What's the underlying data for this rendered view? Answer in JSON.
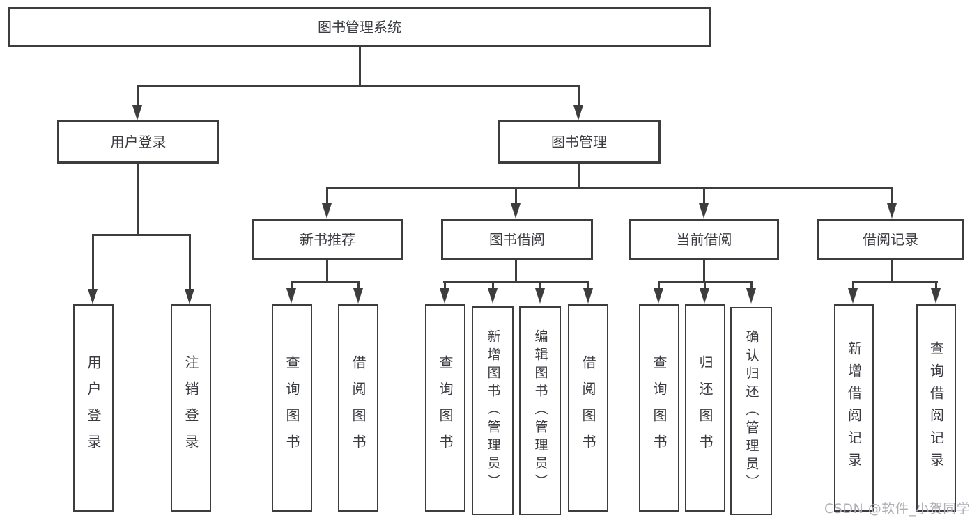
{
  "tree": {
    "label": "图书管理系统",
    "children": [
      {
        "label": "用户登录",
        "children": [
          {
            "label": "用户登录"
          },
          {
            "label": "注销登录"
          }
        ]
      },
      {
        "label": "图书管理",
        "children": [
          {
            "label": "新书推荐",
            "children": [
              {
                "label": "查询图书"
              },
              {
                "label": "借阅图书"
              }
            ]
          },
          {
            "label": "图书借阅",
            "children": [
              {
                "label": "查询图书"
              },
              {
                "label": "新增图书（管理员）"
              },
              {
                "label": "编辑图书（管理员）"
              },
              {
                "label": "借阅图书"
              }
            ]
          },
          {
            "label": "当前借阅",
            "children": [
              {
                "label": "查询图书"
              },
              {
                "label": "归还图书"
              },
              {
                "label": "确认归还（管理员）"
              }
            ]
          },
          {
            "label": "借阅记录",
            "children": [
              {
                "label": "新增借阅记录"
              },
              {
                "label": "查询借阅记录"
              }
            ]
          }
        ]
      }
    ]
  },
  "watermark": {
    "text": "CSDN @软件_小贺同学"
  },
  "colors": {
    "line": "#3d3d40",
    "text": "#3a3c42",
    "background": "#ffffff",
    "watermark": "#aeb0b6"
  }
}
